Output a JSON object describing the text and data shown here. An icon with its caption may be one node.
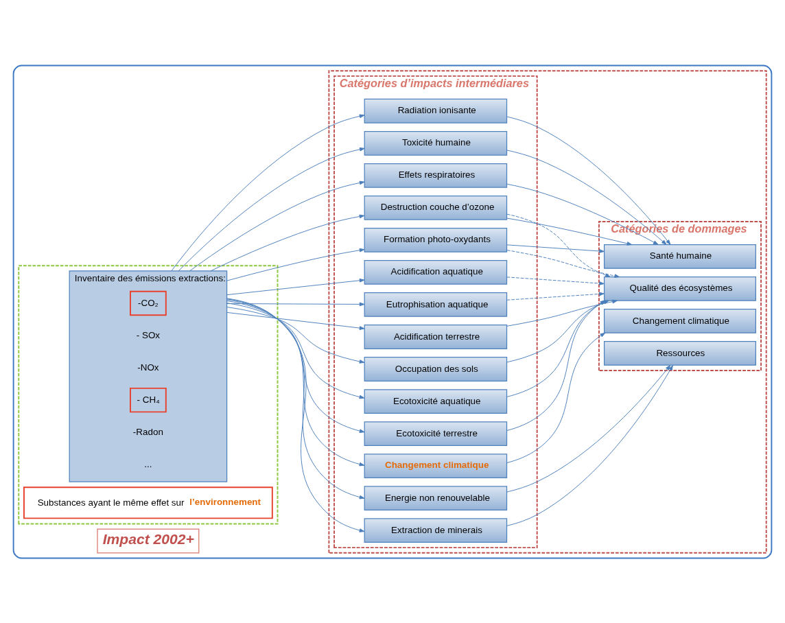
{
  "diagram": {
    "nodes": [
      {
        "text": [],
        "shape": "box"
      },
      {
        "text": [
          "Impact 2002+"
        ],
        "in": 0
      },
      {
        "text": [],
        "shape": "box",
        "in": 0
      },
      {
        "text": [
          "Inventaire des émissions extractions:"
        ],
        "in": 2
      },
      {
        "text": [
          "-CO₂"
        ],
        "in": 3
      },
      {
        "text": [
          "- CH₄"
        ],
        "in": 3
      },
      {
        "text": [
          "Substances ayant le même effet sur **l’environnement**"
        ],
        "in": 2
      },
      {
        "text": [],
        "shape": "box",
        "in": 0
      },
      {
        "text": [
          "Catégories d’impacts intermédiares"
        ],
        "in": 7
      },
      {
        "text": [
          "Toxicité humaine"
        ],
        "in": 8
      },
      {
        "text": [
          "Effets respiratoires"
        ],
        "in": 8
      },
      {
        "text": [
          "Radiation ionisante"
        ],
        "in": 8
      },
      {
        "text": [
          "Destruction couche d’ozone"
        ],
        "in": 8
      },
      {
        "text": [
          "Formation photo-oxydants"
        ],
        "in": 8
      },
      {
        "text": [
          "Ecotoxicité aquatique"
        ],
        "in": 8
      },
      {
        "text": [
          "Ecotoxicité terrestre"
        ],
        "in": 8
      },
      {
        "text": [
          "Acidification aquatique"
        ],
        "in": 8
      },
      {
        "text": [
          "Eutrophisation aquatique"
        ],
        "in": 8
      },
      {
        "text": [
          "Acidification terrestre"
        ],
        "in": 8
      },
      {
        "text": [
          "Occupation des sols"
        ],
        "in": 8
      },
      {
        "text": [
          "Changement climatique"
        ],
        "in": 8
      },
      {
        "text": [
          "Energie non renouvelable"
        ],
        "in": 8
      },
      {
        "text": [
          "Extraction de minerais"
        ],
        "in": 8
      },
      {
        "text": [
          "Catégories de dommages"
        ],
        "in": 7
      },
      {
        "text": [
          "Santé humaine"
        ],
        "in": 23
      },
      {
        "text": [
          "Qualité des écosystèmes"
        ],
        "in": 23
      },
      {
        "text": [
          "Changement climatique"
        ],
        "in": 23
      },
      {
        "text": [
          "Ressources"
        ],
        "in": 23
      }
    ],
    "edges": [
      {
        "from": 3,
        "to": 9,
        "arrow": "to"
      },
      {
        "from": 3,
        "to": 10,
        "arrow": "to"
      },
      {
        "from": 3,
        "to": 11,
        "arrow": "to"
      },
      {
        "from": 3,
        "to": 12,
        "arrow": "to"
      },
      {
        "from": 3,
        "to": 13,
        "arrow": "to"
      },
      {
        "from": 3,
        "to": 14,
        "arrow": "to"
      },
      {
        "from": 3,
        "to": 15,
        "arrow": "to"
      },
      {
        "from": 3,
        "to": 16,
        "arrow": "to"
      },
      {
        "from": 3,
        "to": 17,
        "arrow": "to"
      },
      {
        "from": 3,
        "to": 18,
        "arrow": "to"
      },
      {
        "from": 3,
        "to": 19,
        "arrow": "to"
      },
      {
        "from": 3,
        "to": 20,
        "arrow": "to"
      },
      {
        "from": 3,
        "to": 21,
        "arrow": "to"
      },
      {
        "from": 3,
        "to": 22,
        "arrow": "to"
      },
      {
        "from": 9,
        "to": 24,
        "arrow": "to"
      },
      {
        "from": 10,
        "to": 24,
        "arrow": "to"
      },
      {
        "from": 11,
        "to": 24,
        "arrow": "to"
      },
      {
        "from": 12,
        "to": 24,
        "arrow": "to"
      },
      {
        "from": 13,
        "to": 24,
        "arrow": "to"
      },
      {
        "from": 12,
        "to": 25,
        "arrow": "to",
        "style": "dashed"
      },
      {
        "from": 13,
        "to": 25,
        "arrow": "to",
        "style": "dashed"
      },
      {
        "from": 14,
        "to": 25,
        "arrow": "to"
      },
      {
        "from": 15,
        "to": 25,
        "arrow": "to"
      },
      {
        "from": 16,
        "to": 25,
        "arrow": "to",
        "style": "dashed"
      },
      {
        "from": 17,
        "to": 25,
        "arrow": "to",
        "style": "dashed"
      },
      {
        "from": 18,
        "to": 25,
        "arrow": "to"
      },
      {
        "from": 19,
        "to": 25,
        "arrow": "to"
      },
      {
        "from": 20,
        "to": 26,
        "arrow": "to"
      },
      {
        "from": 21,
        "to": 27,
        "arrow": "to"
      },
      {
        "from": 22,
        "to": 27,
        "arrow": "to"
      }
    ],
    "labels": [
      "- SOx",
      "-NOx",
      "-Radon",
      "..."
    ]
  }
}
